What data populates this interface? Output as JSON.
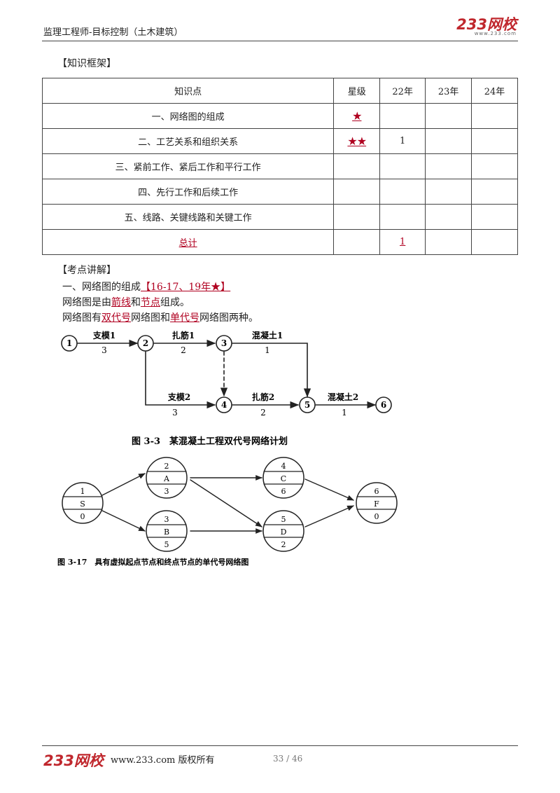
{
  "header": {
    "title": "监理工程师-目标控制（土木建筑）",
    "logo": "233网校",
    "logo_url": "www.233.com"
  },
  "section1": {
    "label": "【知识框架】"
  },
  "table": {
    "headers": [
      "知识点",
      "星级",
      "22年",
      "23年",
      "24年"
    ],
    "rows": [
      {
        "topic": "一、网络图的组成",
        "stars": "★",
        "y22": "",
        "y23": "",
        "y24": ""
      },
      {
        "topic": "二、工艺关系和组织关系",
        "stars": "★★",
        "y22": "1",
        "y23": "",
        "y24": ""
      },
      {
        "topic": "三、紧前工作、紧后工作和平行工作",
        "stars": "",
        "y22": "",
        "y23": "",
        "y24": ""
      },
      {
        "topic": "四、先行工作和后续工作",
        "stars": "",
        "y22": "",
        "y23": "",
        "y24": ""
      },
      {
        "topic": "五、线路、关键线路和关键工作",
        "stars": "",
        "y22": "",
        "y23": "",
        "y24": ""
      }
    ],
    "total": {
      "label": "总计",
      "y22": "1"
    }
  },
  "section2": {
    "label": "【考点讲解】",
    "heading_pre": "一、网络图的组成",
    "heading_tag": "【16-17、19年★】",
    "line1_pre": "网络图是由",
    "line1_a": "箭线",
    "line1_mid": "和",
    "line1_b": "节点",
    "line1_post": "组成。",
    "line2_pre": "网络图有",
    "line2_a": "双代号",
    "line2_mid": "网络图和",
    "line2_b": "单代号",
    "line2_post": "网络图两种。"
  },
  "fig1": {
    "nodes": [
      "1",
      "2",
      "3",
      "4",
      "5",
      "6"
    ],
    "edges": [
      {
        "name": "支模1",
        "dur": "3"
      },
      {
        "name": "扎筋1",
        "dur": "2"
      },
      {
        "name": "混凝土1",
        "dur": "1"
      },
      {
        "name": "支模2",
        "dur": "3"
      },
      {
        "name": "扎筋2",
        "dur": "2"
      },
      {
        "name": "混凝土2",
        "dur": "1"
      }
    ],
    "caption": "图 3-3　某混凝土工程双代号网络计划"
  },
  "fig2": {
    "nodes": [
      {
        "top": "1",
        "mid": "S",
        "bot": "0"
      },
      {
        "top": "2",
        "mid": "A",
        "bot": "3"
      },
      {
        "top": "3",
        "mid": "B",
        "bot": "5"
      },
      {
        "top": "4",
        "mid": "C",
        "bot": "6"
      },
      {
        "top": "5",
        "mid": "D",
        "bot": "2"
      },
      {
        "top": "6",
        "mid": "F",
        "bot": "0"
      }
    ],
    "caption": "图 3-17　具有虚拟起点节点和终点节点的单代号网络图"
  },
  "footer": {
    "logo": "233网校",
    "copyright": "www.233.com 版权所有",
    "page": "33 / 46"
  },
  "colors": {
    "accent": "#b00020",
    "logo": "#c0272d"
  }
}
